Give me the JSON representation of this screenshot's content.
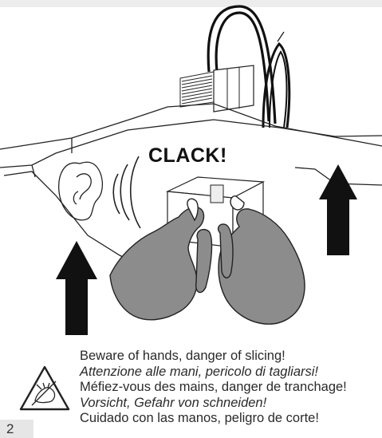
{
  "illustration": {
    "sound_text": "CLACK!"
  },
  "warning": {
    "icon": "hand-cut-warning-icon",
    "lines": [
      "Beware of hands, danger of slicing!",
      "Attenzione alle mani, pericolo di tagliarsi!",
      "Méfiez-vous des mains, danger de tranchage!",
      "Vorsicht, Gefahr von schneiden!",
      "Cuidado con las manos, peligro de corte!"
    ]
  },
  "page_number": "2"
}
